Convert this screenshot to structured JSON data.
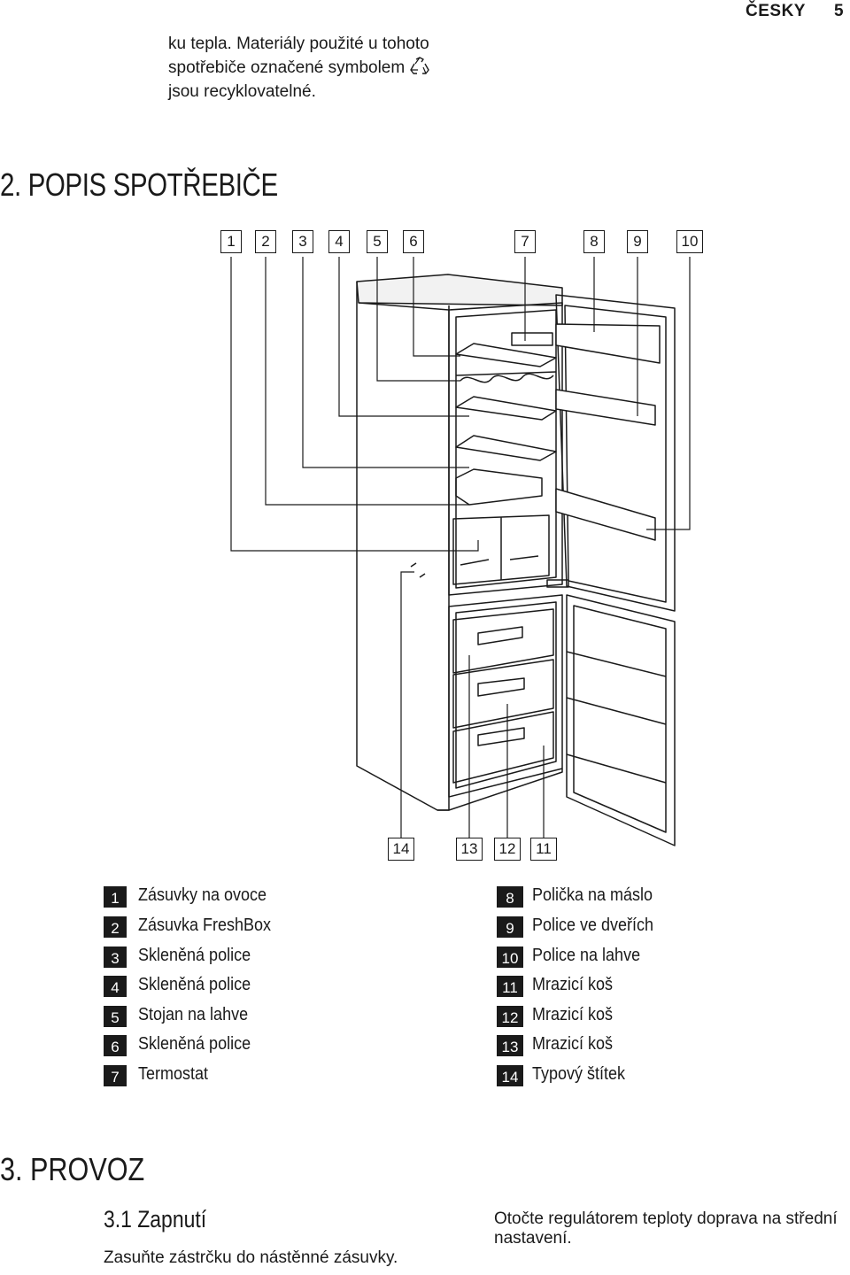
{
  "header": {
    "language": "ČESKY",
    "page_number": "5"
  },
  "intro": {
    "lines": [
      "ku tepla. Materiály použité u tohoto",
      "spotřebiče označené symbolem",
      "jsou recyklovatelné."
    ],
    "icon": "recycle-icon"
  },
  "section2": {
    "title": "2. POPIS SPOTŘEBIČE"
  },
  "diagram": {
    "top_callouts": [
      "1",
      "2",
      "3",
      "4",
      "5",
      "6",
      "7",
      "8",
      "9",
      "10"
    ],
    "bottom_callouts": [
      "14",
      "13",
      "12",
      "11"
    ]
  },
  "legend": {
    "left": [
      {
        "num": "1",
        "label": "Zásuvky na ovoce"
      },
      {
        "num": "2",
        "label": "Zásuvka FreshBox"
      },
      {
        "num": "3",
        "label": "Skleněná police"
      },
      {
        "num": "4",
        "label": "Skleněná police"
      },
      {
        "num": "5",
        "label": "Stojan na lahve"
      },
      {
        "num": "6",
        "label": "Skleněná police"
      },
      {
        "num": "7",
        "label": "Termostat"
      }
    ],
    "right": [
      {
        "num": "8",
        "label": "Polička na máslo"
      },
      {
        "num": "9",
        "label": "Police ve dveřích"
      },
      {
        "num": "10",
        "label": "Police na lahve"
      },
      {
        "num": "11",
        "label": "Mrazicí koš"
      },
      {
        "num": "12",
        "label": "Mrazicí koš"
      },
      {
        "num": "13",
        "label": "Mrazicí koš"
      },
      {
        "num": "14",
        "label": "Typový štítek"
      }
    ]
  },
  "section3": {
    "title": "3. PROVOZ",
    "subsection": {
      "title": "3.1 Zapnutí"
    },
    "left_text": "Zasuňte zástrčku do nástěnné zásuvky.",
    "right_text": "Otočte regulátorem teploty doprava na střední nastavení."
  }
}
